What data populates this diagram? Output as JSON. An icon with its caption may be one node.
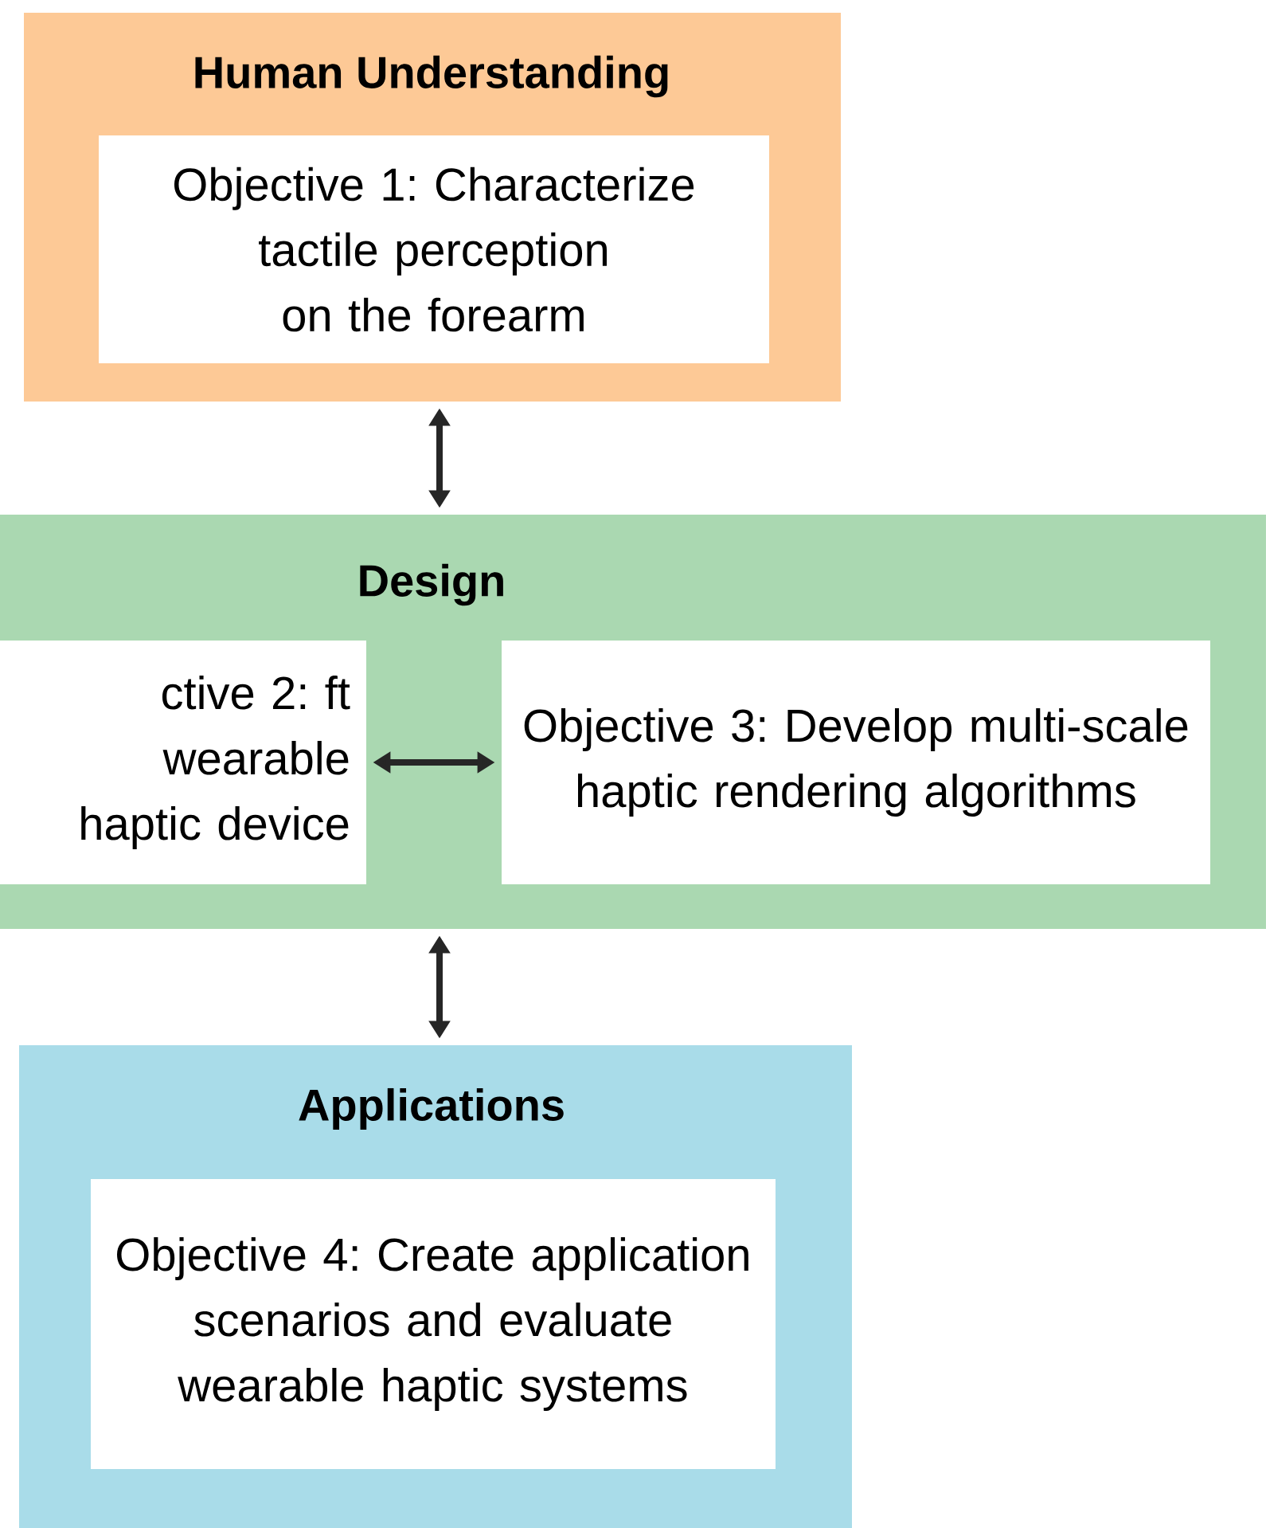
{
  "diagram": {
    "nodes": [
      {
        "text": [
          "Human Understanding"
        ]
      },
      {
        "text": [
          "Objective 1: Characterize tactile perception on the forearm"
        ],
        "in": 0
      },
      {
        "text": [
          "Design"
        ]
      },
      {
        "text": [
          "ctive 2: ft wearable haptic device"
        ],
        "in": 2
      },
      {
        "text": [
          "Objective 3: Develop multi-scale haptic rendering algorithms"
        ],
        "in": 2
      },
      {
        "text": [
          "Applications"
        ]
      },
      {
        "text": [
          "Objective 4: Create application scenarios and evaluate wearable haptic systems"
        ],
        "in": 5
      }
    ],
    "edges": [
      {
        "from": 0,
        "to": 2,
        "arrow": "both"
      },
      {
        "from": 3,
        "to": 4,
        "arrow": "both"
      },
      {
        "from": 2,
        "to": 5,
        "arrow": "both"
      }
    ]
  }
}
